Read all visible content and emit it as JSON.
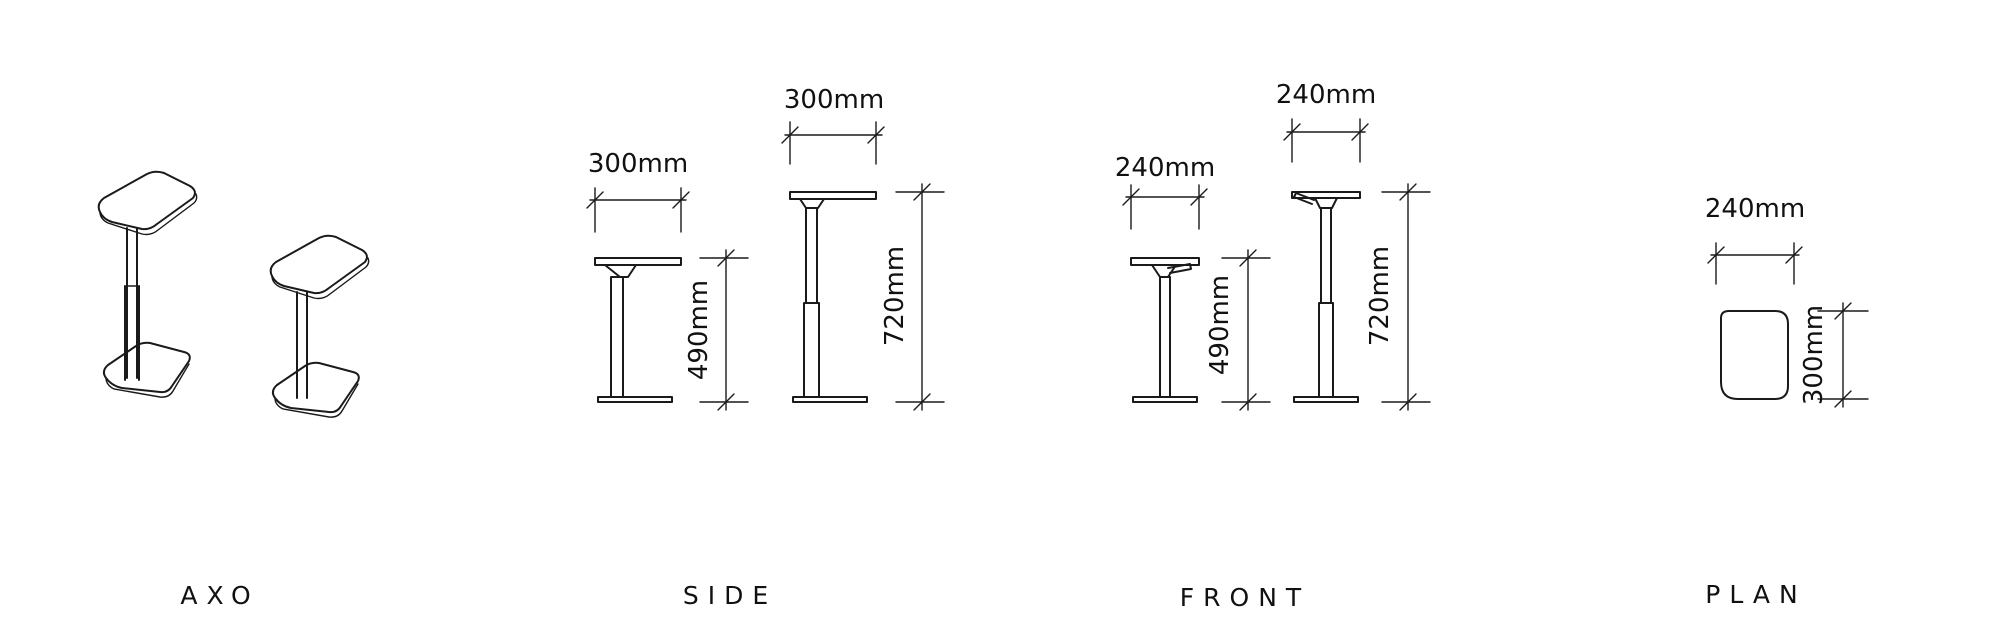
{
  "views": {
    "axo": {
      "label": "AXO"
    },
    "side": {
      "label": "SIDE",
      "low": {
        "width": "300mm",
        "height": "490mm"
      },
      "high": {
        "width": "300mm",
        "height": "720mm"
      }
    },
    "front": {
      "label": "FRONT",
      "low": {
        "width": "240mm",
        "height": "490mm"
      },
      "high": {
        "width": "240mm",
        "height": "720mm"
      }
    },
    "plan": {
      "label": "PLAN",
      "width": "240mm",
      "depth": "300mm"
    }
  },
  "colors": {
    "line": "#1a1a1a",
    "background": "#ffffff"
  }
}
